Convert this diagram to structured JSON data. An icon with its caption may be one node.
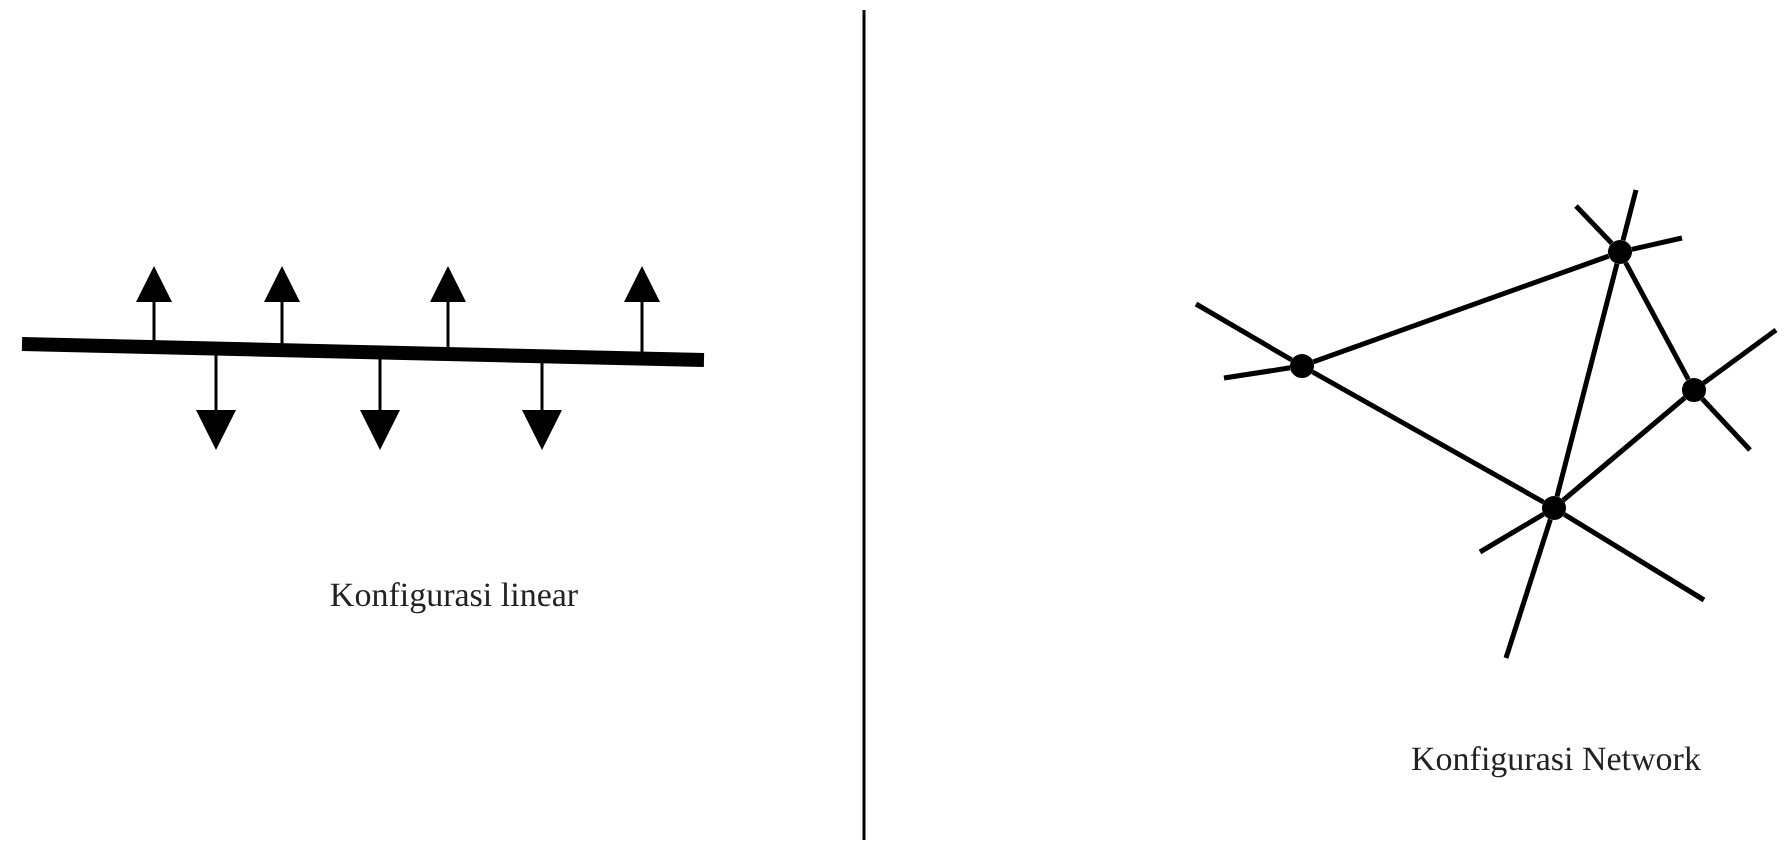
{
  "diagram": {
    "nodes": [
      {
        "text": [],
        "shape": "circle"
      },
      {
        "text": [],
        "shape": "circle"
      },
      {
        "text": [],
        "shape": "circle"
      },
      {
        "text": [],
        "shape": "circle"
      }
    ],
    "edges": [
      {
        "from": 0,
        "to": 1,
        "arrow": "none"
      },
      {
        "from": 0,
        "to": 3,
        "arrow": "none"
      },
      {
        "from": 1,
        "to": 3,
        "arrow": "none"
      },
      {
        "from": 1,
        "to": 2,
        "arrow": "none"
      },
      {
        "from": 2,
        "to": 3,
        "arrow": "none"
      },
      {
        "from": 0,
        "to": null,
        "arrow": "none"
      },
      {
        "from": 0,
        "to": null,
        "arrow": "none"
      },
      {
        "from": 1,
        "to": null,
        "arrow": "none"
      },
      {
        "from": 1,
        "to": null,
        "arrow": "none"
      },
      {
        "from": 1,
        "to": null,
        "arrow": "none"
      },
      {
        "from": 2,
        "to": null,
        "arrow": "none"
      },
      {
        "from": 2,
        "to": null,
        "arrow": "none"
      },
      {
        "from": 3,
        "to": null,
        "arrow": "none"
      },
      {
        "from": 3,
        "to": null,
        "arrow": "none"
      },
      {
        "from": 3,
        "to": null,
        "arrow": "none"
      }
    ],
    "labels": [
      "Konfigurasi linear",
      "Konfigurasi Network"
    ]
  }
}
